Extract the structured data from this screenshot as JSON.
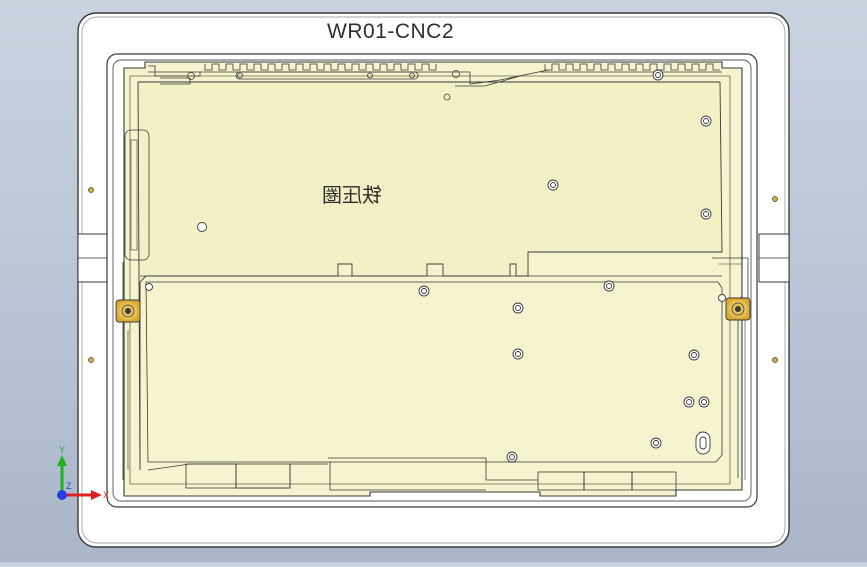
{
  "drawing": {
    "part_number": "WR01-CNC2",
    "engraved_label": "铁压圈"
  },
  "triad": {
    "x_label": "X",
    "y_label": "Y",
    "z_label": "Z"
  },
  "colors": {
    "viewport_background": "#b7c3d4",
    "fixture_plate": "#ffffff",
    "part_fill": "#f6f3cf",
    "outline": "#3a3a3a",
    "locating_pin": "#d9b23a",
    "axis_x": "#e02020",
    "axis_y": "#20b020",
    "axis_z": "#2040e0"
  }
}
